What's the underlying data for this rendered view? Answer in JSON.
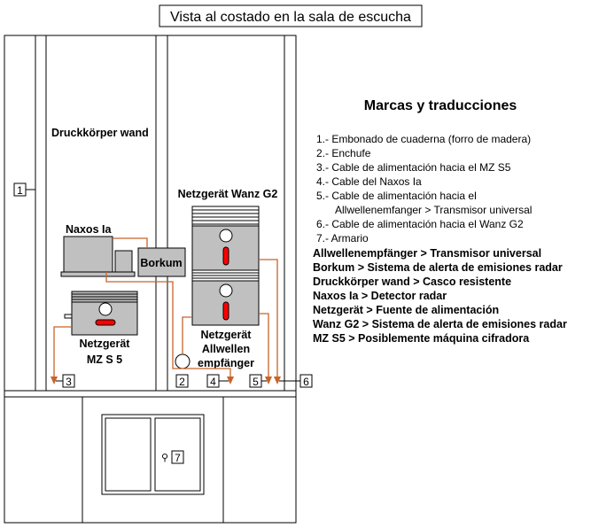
{
  "title": "Vista al costado en la sala de escucha",
  "diagram": {
    "wall_label": "Druckkörper wand",
    "naxos": "Naxos Ia",
    "borkum": "Borkum",
    "mz_label_1": "Netzgerät",
    "mz_label_2": "MZ S 5",
    "wanz_label": "Netzgerät Wanz G2",
    "allw_label_1": "Netzgerät",
    "allw_label_2": "Allwellen",
    "allw_label_3": "empfänger",
    "markers": [
      "1",
      "2",
      "3",
      "4",
      "5",
      "6",
      "7"
    ]
  },
  "legend": {
    "title": "Marcas y traducciones",
    "numbered": [
      "1.- Embonado de cuaderna (forro de madera)",
      "2.- Enchufe",
      "3.- Cable de alimentación hacia el MZ S5",
      "4.- Cable del Naxos Ia",
      "5.- Cable de alimentación hacia el",
      "Allwellenemfanger > Transmisor universal",
      "6.- Cable de alimentación hacia el Wanz G2",
      "7.- Armario"
    ],
    "translations": [
      "Allwellenempfänger > Transmisor universal",
      "Borkum > Sistema de alerta de emisiones radar",
      "Druckkörper wand > Casco resistente",
      "Naxos Ia > Detector radar",
      "Netzgerät > Fuente de alimentación",
      "Wanz G2 > Sistema de alerta de emisiones radar",
      "MZ S5 > Posiblemente máquina cifradora"
    ]
  },
  "colors": {
    "cable": "#c8642a",
    "device": "#c0c0c0",
    "indicator": "#ff0000"
  }
}
